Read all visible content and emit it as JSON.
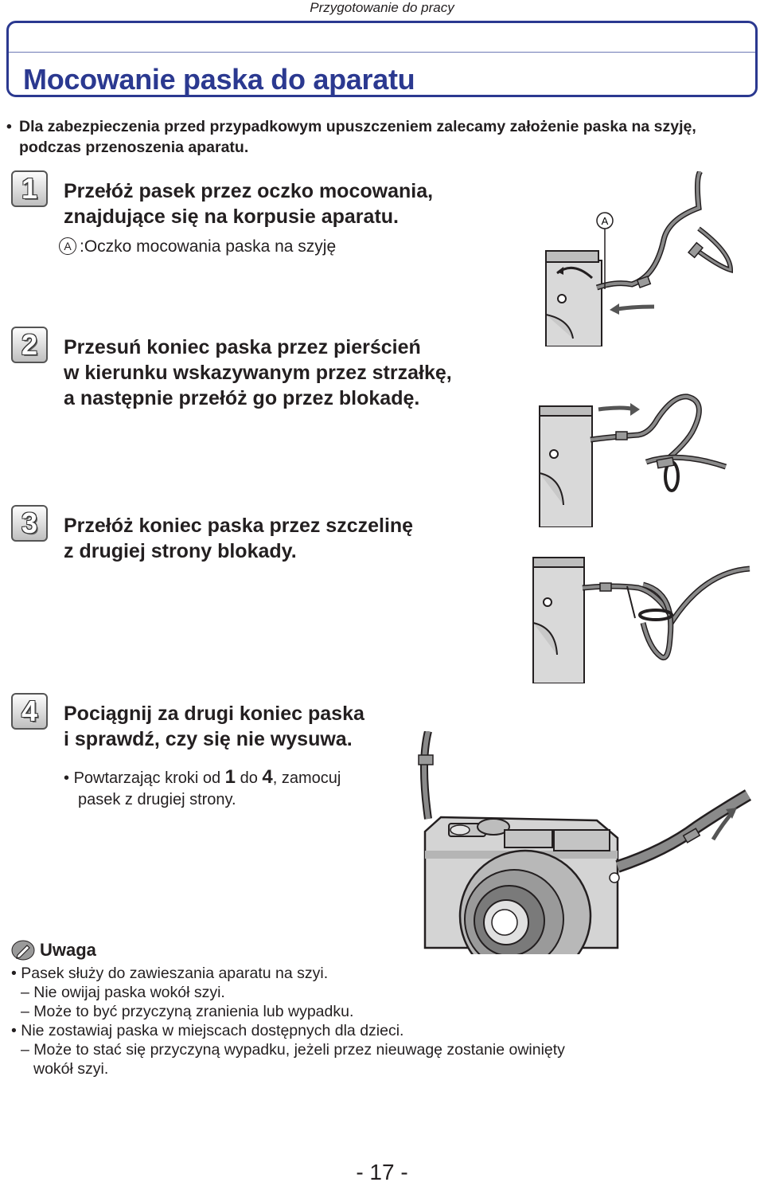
{
  "header": {
    "section": "Przygotowanie do pracy"
  },
  "title": "Mocowanie paska do aparatu",
  "intro": {
    "bullet": "•",
    "text": "Dla zabezpieczenia przed przypadkowym upuszczeniem zalecamy założenie paska na szyję, podczas przenoszenia aparatu."
  },
  "steps": [
    {
      "number": "1",
      "lines": [
        "Przełóż pasek przez oczko mocowania,",
        "znajdujące się na korpusie aparatu."
      ],
      "callout_marker": "A",
      "callout_text": ":Oczko mocowania paska na szyję"
    },
    {
      "number": "2",
      "lines": [
        "Przesuń koniec paska przez pierścień",
        "w kierunku wskazywanym przez strzałkę,",
        "a następnie przełóż go przez blokadę."
      ]
    },
    {
      "number": "3",
      "lines": [
        "Przełóż koniec paska przez szczelinę",
        "z drugiej strony blokady."
      ]
    },
    {
      "number": "4",
      "lines": [
        "Pociągnij za drugi koniec paska",
        "i sprawdź, czy się nie wysuwa."
      ],
      "note_bullet": "•",
      "note_prefix": "Powtarzając kroki od ",
      "note_from": "1",
      "note_mid": " do ",
      "note_to": "4",
      "note_suffix": ", zamocuj",
      "note_line2": "pasek z drugiej strony."
    }
  ],
  "figure_label": "A",
  "note": {
    "heading": "Uwaga",
    "lines": [
      "• Pasek służy do zawieszania aparatu na szyi.",
      "– Nie owijaj paska wokół szyi.",
      "– Może to być przyczyną zranienia lub wypadku.",
      "• Nie zostawiaj paska w miejscach dostępnych dla dzieci.",
      "– Może to stać się przyczyną wypadku, jeżeli przez nieuwagę zostanie owinięty",
      "wokół szyi."
    ]
  },
  "page_number": "- 17 -"
}
